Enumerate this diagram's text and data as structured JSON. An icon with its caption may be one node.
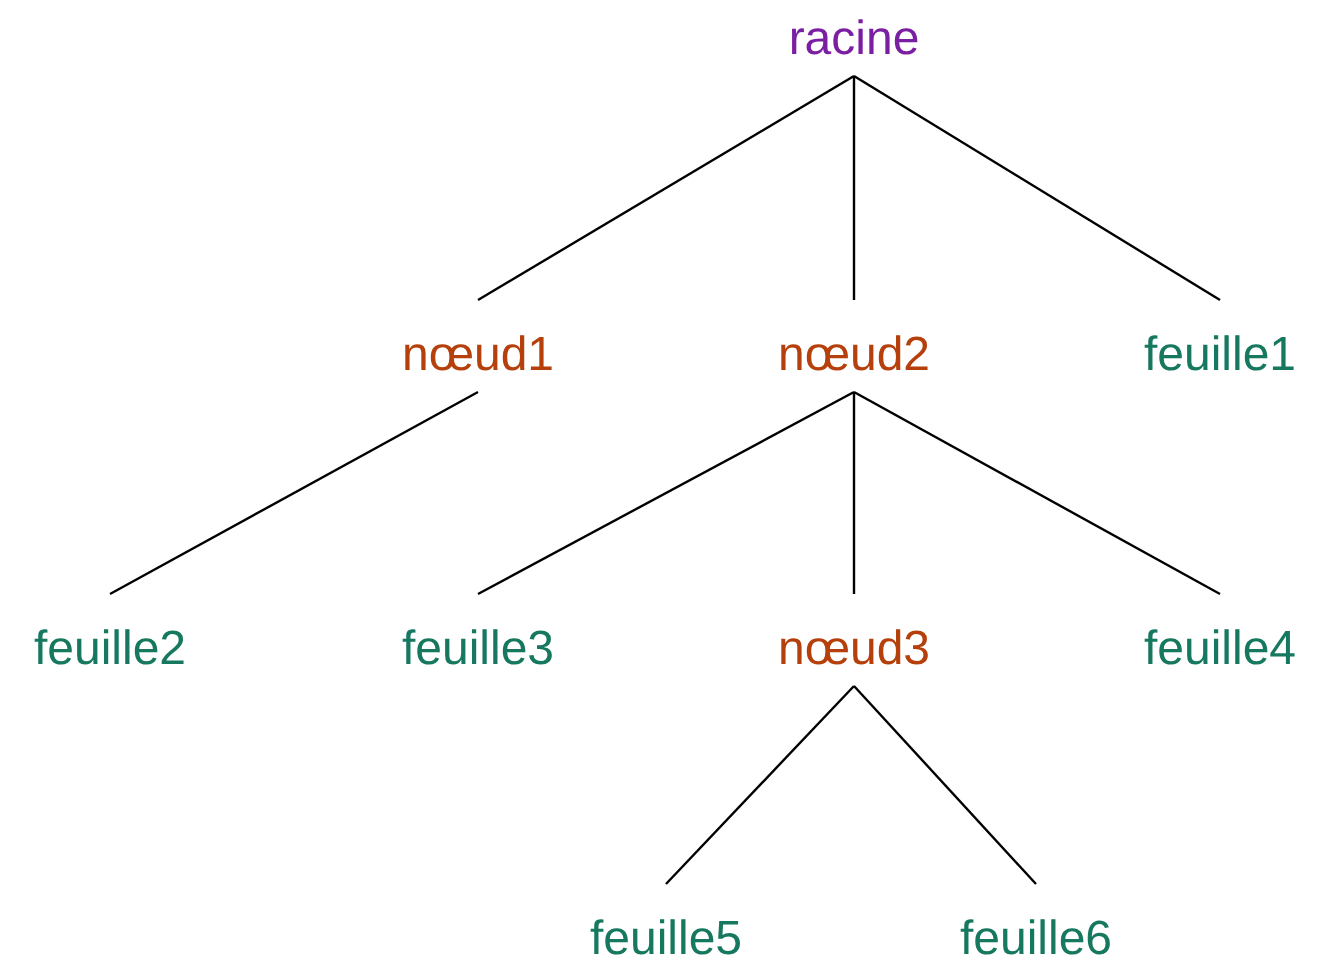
{
  "diagram": {
    "nodes": [
      {
        "text": [
          "racine"
        ]
      },
      {
        "text": [
          "nœud1"
        ]
      },
      {
        "text": [
          "nœud2"
        ]
      },
      {
        "text": [
          "feuille1"
        ]
      },
      {
        "text": [
          "feuille2"
        ]
      },
      {
        "text": [
          "feuille3"
        ]
      },
      {
        "text": [
          "nœud3"
        ]
      },
      {
        "text": [
          "feuille4"
        ]
      },
      {
        "text": [
          "feuille5"
        ]
      },
      {
        "text": [
          "feuille6"
        ]
      }
    ],
    "edges": [
      {
        "from": 0,
        "to": 1,
        "arrow": "none"
      },
      {
        "from": 0,
        "to": 2,
        "arrow": "none"
      },
      {
        "from": 0,
        "to": 3,
        "arrow": "none"
      },
      {
        "from": 1,
        "to": 4,
        "arrow": "none"
      },
      {
        "from": 2,
        "to": 5,
        "arrow": "none"
      },
      {
        "from": 2,
        "to": 6,
        "arrow": "none"
      },
      {
        "from": 2,
        "to": 7,
        "arrow": "none"
      },
      {
        "from": 6,
        "to": 8,
        "arrow": "none"
      },
      {
        "from": 6,
        "to": 9,
        "arrow": "none"
      }
    ]
  }
}
